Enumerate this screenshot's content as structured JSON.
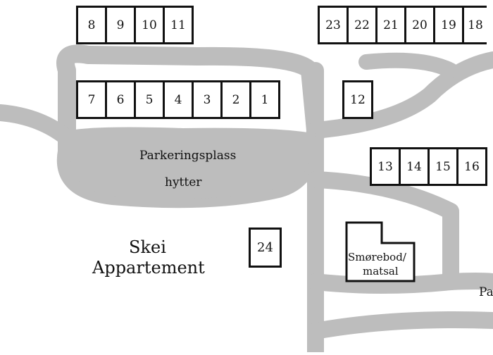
{
  "colors": {
    "road": "#bdbdbd",
    "outline": "#111111",
    "background": "#ffffff"
  },
  "cabins": {
    "top_left": [
      "8",
      "9",
      "10",
      "11"
    ],
    "top_right": [
      "23",
      "22",
      "21",
      "20",
      "19",
      "18"
    ],
    "middle_left": [
      "7",
      "6",
      "5",
      "4",
      "3",
      "2",
      "1"
    ],
    "single": "12",
    "right": [
      "13",
      "14",
      "15",
      "16"
    ],
    "appartement_unit": "24"
  },
  "labels": {
    "parking_line1": "Parkeringsplass",
    "parking_line2": "hytter",
    "skei_line1": "Skei",
    "skei_line2": "Appartement",
    "smorebod_line1": "Smørebod/",
    "smorebod_line2": "matsal",
    "cut_off": "Pa"
  }
}
